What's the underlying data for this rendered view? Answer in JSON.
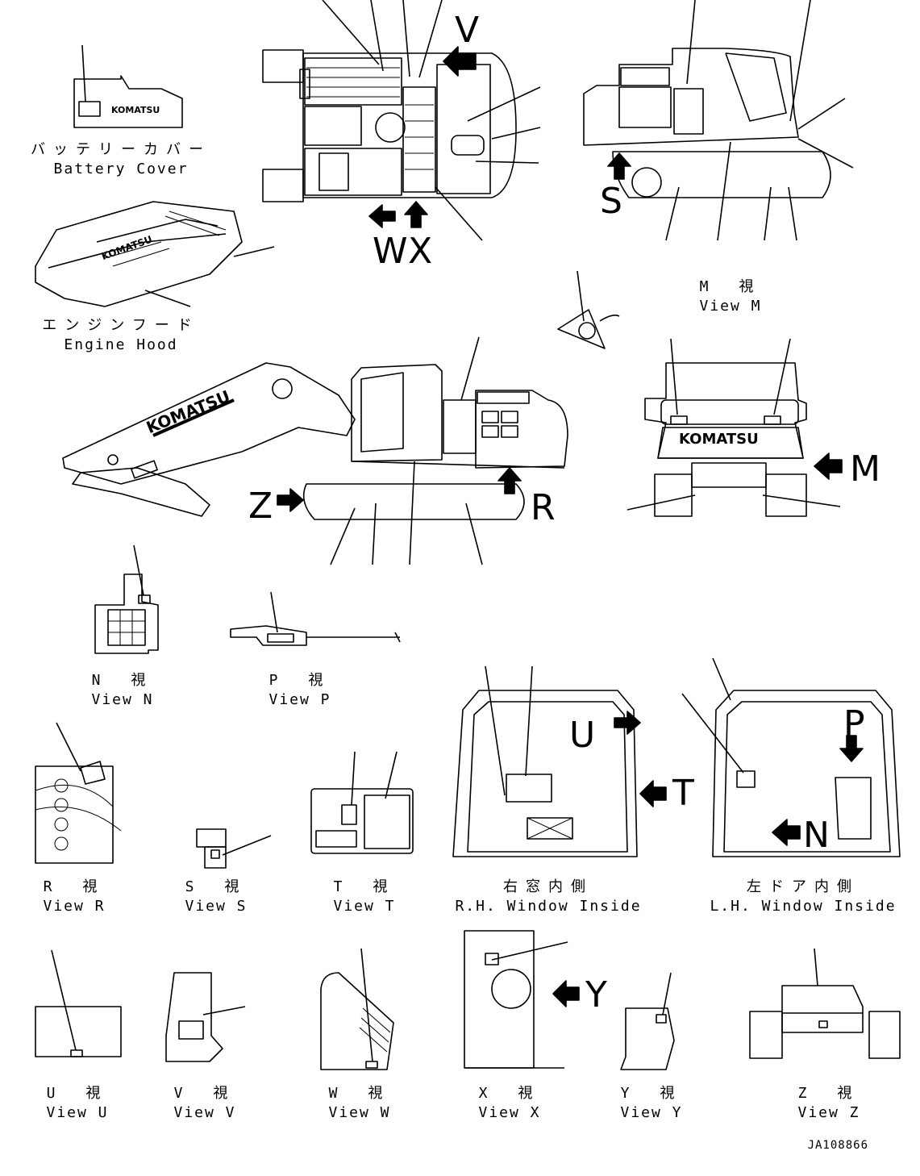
{
  "views": [
    {
      "id": "battery",
      "jp": "バッテリーカバー",
      "en": "Battery Cover"
    },
    {
      "id": "engine",
      "jp": "エンジンフード",
      "en": "Engine Hood"
    },
    {
      "id": "m",
      "jp": "M　視",
      "en": "View M"
    },
    {
      "id": "n",
      "jp": "N　視",
      "en": "View N"
    },
    {
      "id": "p",
      "jp": "P　視",
      "en": "View P"
    },
    {
      "id": "r",
      "jp": "R　視",
      "en": "View R"
    },
    {
      "id": "s",
      "jp": "S　視",
      "en": "View S"
    },
    {
      "id": "t",
      "jp": "T　視",
      "en": "View T"
    },
    {
      "id": "rh",
      "jp": "右窓内側",
      "en": "R.H. Window Inside"
    },
    {
      "id": "lh",
      "jp": "左ドア内側",
      "en": "L.H. Window Inside"
    },
    {
      "id": "u",
      "jp": "U　視",
      "en": "View U"
    },
    {
      "id": "v",
      "jp": "V　視",
      "en": "View V"
    },
    {
      "id": "w",
      "jp": "W　視",
      "en": "View W"
    },
    {
      "id": "x",
      "jp": "X　視",
      "en": "View X"
    },
    {
      "id": "y",
      "jp": "Y　視",
      "en": "View Y"
    },
    {
      "id": "z",
      "jp": "Z　視",
      "en": "View Z"
    }
  ],
  "arrows": {
    "v": "V",
    "w": "W",
    "x": "X",
    "s": "S",
    "m": "M",
    "z": "Z",
    "r": "R",
    "u": "U",
    "t": "T",
    "p": "P",
    "n": "N",
    "y": "Y"
  },
  "brand": "KOMATSU",
  "drawing_code": "JA108866"
}
